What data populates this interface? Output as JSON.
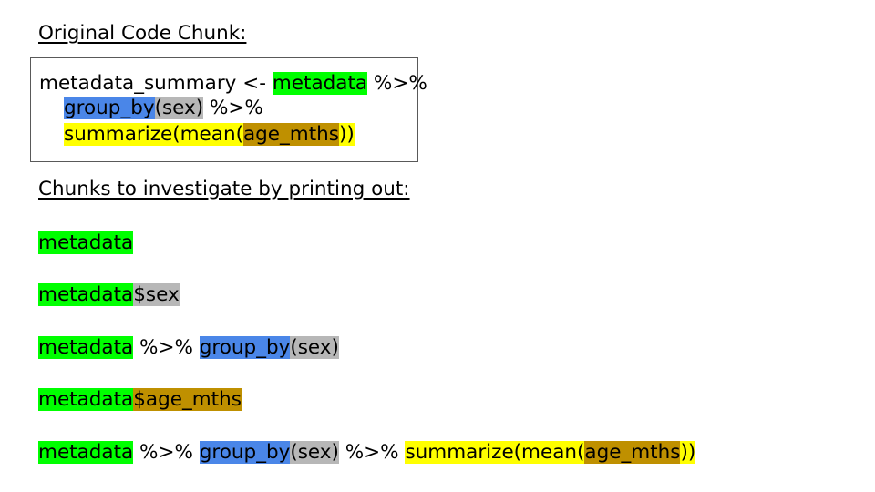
{
  "headings": {
    "original": "Original Code Chunk:",
    "chunks": "Chunks to investigate by printing out:"
  },
  "colors": {
    "green": "#00ff00",
    "blue": "#4a86e8",
    "gray": "#b7b7b7",
    "yellow": "#ffff00",
    "gold": "#bf9000"
  },
  "code": {
    "line1": {
      "prefix": "metadata_summary <- ",
      "metadata": "metadata",
      "pipe": " %>%"
    },
    "line2": {
      "group_by": "group_by",
      "sex": "(sex)",
      "pipe": " %>%"
    },
    "line3": {
      "summarize": "summarize(mean(",
      "age_mths": "age_mths",
      "close": "))"
    }
  },
  "chunks": [
    {
      "metadata": "metadata"
    },
    {
      "metadata": "metadata",
      "sex": "$sex"
    },
    {
      "metadata": "metadata",
      "pipe": " %>% ",
      "group_by": "group_by",
      "sex": "(sex)"
    },
    {
      "metadata": "metadata",
      "age": "$age_mths"
    },
    {
      "metadata": "metadata",
      "pipe1": " %>% ",
      "group_by": "group_by",
      "sex": "(sex)",
      "pipe2": " %>% ",
      "summarize": "summarize(mean(",
      "age_mths": "age_mths",
      "close": "))"
    }
  ]
}
